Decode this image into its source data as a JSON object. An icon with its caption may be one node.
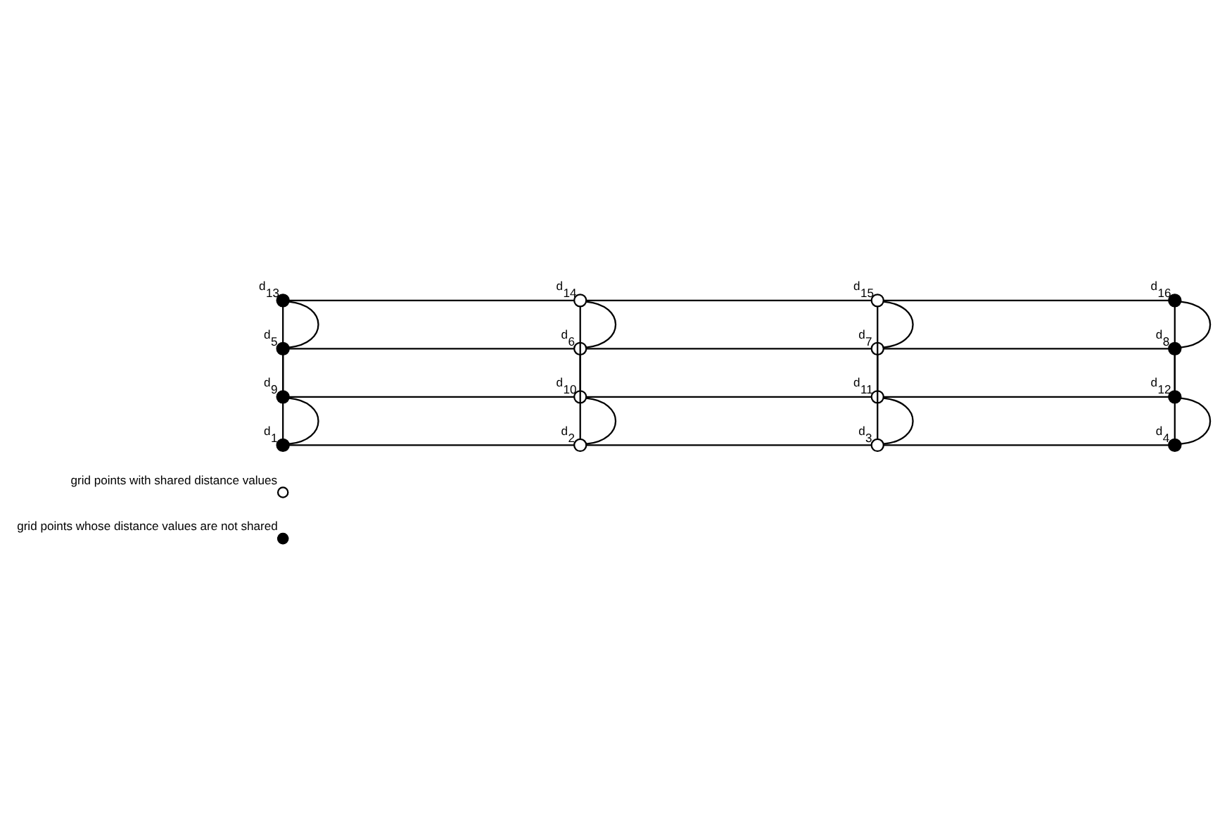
{
  "diagram": {
    "nodes": [
      {
        "text": [],
        "shape": "circle",
        "beside": [
          "d$_{1}$"
        ]
      },
      {
        "text": [],
        "shape": "circle",
        "beside": [
          "d$_{2}$"
        ]
      },
      {
        "text": [],
        "shape": "circle",
        "beside": [
          "d$_{3}$"
        ]
      },
      {
        "text": [],
        "shape": "circle",
        "beside": [
          "d$_{4}$"
        ]
      },
      {
        "text": [],
        "shape": "circle",
        "beside": [
          "d$_{5}$"
        ]
      },
      {
        "text": [],
        "shape": "circle",
        "beside": [
          "d$_{6}$"
        ]
      },
      {
        "text": [],
        "shape": "circle",
        "beside": [
          "d$_{7}$"
        ]
      },
      {
        "text": [],
        "shape": "circle",
        "beside": [
          "d$_{8}$"
        ]
      },
      {
        "text": [],
        "shape": "circle",
        "beside": [
          "d$_{9}$"
        ]
      },
      {
        "text": [],
        "shape": "circle",
        "beside": [
          "d$_{10}$"
        ]
      },
      {
        "text": [],
        "shape": "circle",
        "beside": [
          "d$_{11}$"
        ]
      },
      {
        "text": [],
        "shape": "circle",
        "beside": [
          "d$_{12}$"
        ]
      },
      {
        "text": [],
        "shape": "circle",
        "beside": [
          "d$_{13}$"
        ]
      },
      {
        "text": [],
        "shape": "circle",
        "beside": [
          "d$_{14}$"
        ]
      },
      {
        "text": [],
        "shape": "circle",
        "beside": [
          "d$_{15}$"
        ]
      },
      {
        "text": [],
        "shape": "circle",
        "beside": [
          "d$_{16}$"
        ]
      }
    ],
    "edges": [
      {
        "from": 12,
        "to": 13,
        "arrow": "none"
      },
      {
        "from": 13,
        "to": 14,
        "arrow": "none"
      },
      {
        "from": 14,
        "to": 15,
        "arrow": "none"
      },
      {
        "from": 4,
        "to": 5,
        "arrow": "none"
      },
      {
        "from": 5,
        "to": 6,
        "arrow": "none"
      },
      {
        "from": 6,
        "to": 7,
        "arrow": "none"
      },
      {
        "from": 8,
        "to": 9,
        "arrow": "none"
      },
      {
        "from": 9,
        "to": 10,
        "arrow": "none"
      },
      {
        "from": 10,
        "to": 11,
        "arrow": "none"
      },
      {
        "from": 0,
        "to": 1,
        "arrow": "none"
      },
      {
        "from": 1,
        "to": 2,
        "arrow": "none"
      },
      {
        "from": 2,
        "to": 3,
        "arrow": "none"
      },
      {
        "from": 4,
        "to": 12,
        "arrow": "none"
      },
      {
        "from": 5,
        "to": 13,
        "arrow": "none"
      },
      {
        "from": 6,
        "to": 14,
        "arrow": "none"
      },
      {
        "from": 7,
        "to": 15,
        "arrow": "none"
      },
      {
        "from": 0,
        "to": 8,
        "arrow": "none"
      },
      {
        "from": 1,
        "to": 9,
        "arrow": "none"
      },
      {
        "from": 2,
        "to": 10,
        "arrow": "none"
      },
      {
        "from": 3,
        "to": 11,
        "arrow": "none"
      },
      {
        "from": 12,
        "to": 8,
        "arrow": "none"
      },
      {
        "from": 13,
        "to": 9,
        "arrow": "none"
      },
      {
        "from": 14,
        "to": 10,
        "arrow": "none"
      },
      {
        "from": 15,
        "to": 11,
        "arrow": "none"
      },
      {
        "from": 4,
        "to": 0,
        "arrow": "none"
      },
      {
        "from": 5,
        "to": 1,
        "arrow": "none"
      },
      {
        "from": 6,
        "to": 2,
        "arrow": "none"
      },
      {
        "from": 7,
        "to": 3,
        "arrow": "none"
      }
    ],
    "legend": [
      {
        "text": "grid points with shared distance values"
      },
      {
        "text": "grid points whose distance values are not shared"
      }
    ]
  }
}
